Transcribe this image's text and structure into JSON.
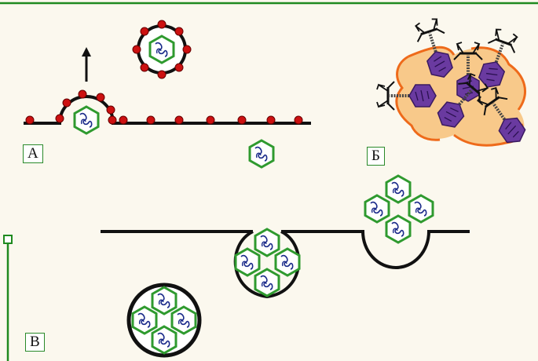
{
  "labels": {
    "panel_a": "А",
    "panel_b": "Б",
    "panel_c": "В"
  },
  "colors": {
    "background": "#fbf8ee",
    "frame_green": "#1f8a1f",
    "membrane": "#111111",
    "spike_red": "#cc1111",
    "capsid_green": "#2f9a2f",
    "nucleic_acid_blue": "#1a2a8a",
    "cell_orange_fill": "#f8c98a",
    "cell_orange_outline": "#ee6a1a",
    "phage_purple": "#6a3aa0"
  }
}
